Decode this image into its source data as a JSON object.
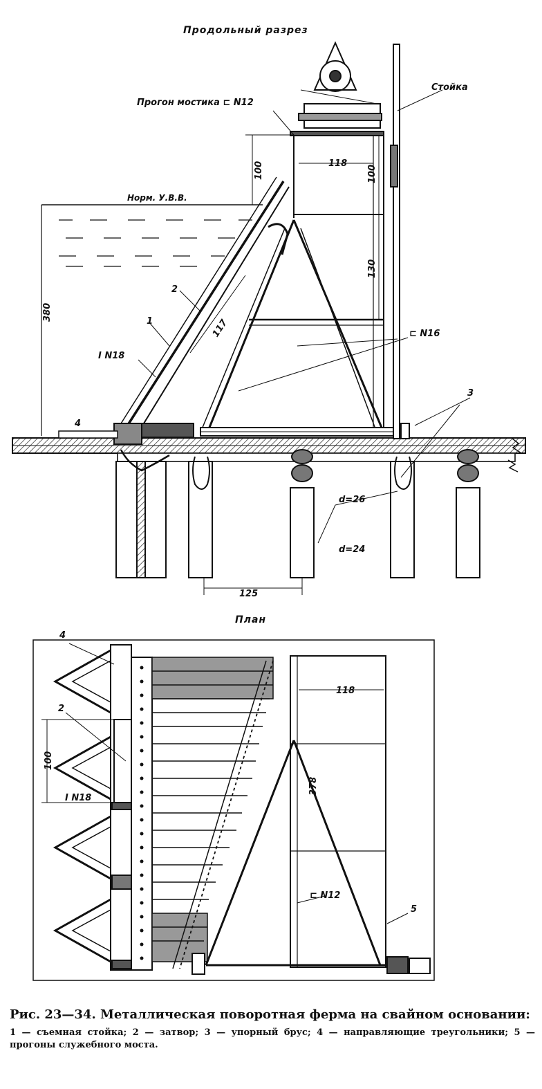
{
  "section_title": "Продольный разрез",
  "plan_title": "План",
  "labels": {
    "progon": "Прогон мостика ⊏ N12",
    "stoyka": "Стойка",
    "norm_water": "Норм. У.В.В.",
    "channel16": "⊏ N16",
    "ibeam18": "I N18",
    "ibeam18_plan": "I N18",
    "channel12_plan": "⊏ N12",
    "d26": "d=26",
    "d24": "d=24",
    "n1": "1",
    "n2": "2",
    "n3": "3",
    "n4": "4",
    "n2_plan": "2",
    "n4_plan": "4",
    "n5_plan": "5"
  },
  "dimensions": {
    "d118_top": "118",
    "d100_left": "100",
    "d100_right": "100",
    "d130": "130",
    "d380": "380",
    "d117": "117",
    "d125": "125",
    "d118_plan": "118",
    "d100_plan": "100",
    "d378": "378"
  },
  "caption": {
    "title": "Рис. 23—34. Металлическая поворотная ферма на свайном основании:",
    "legend": "1 — съемная стойка; 2 — затвор; 3 — упорный брус; 4 — направляющие треугольники; 5 — прогоны служебного моста."
  }
}
